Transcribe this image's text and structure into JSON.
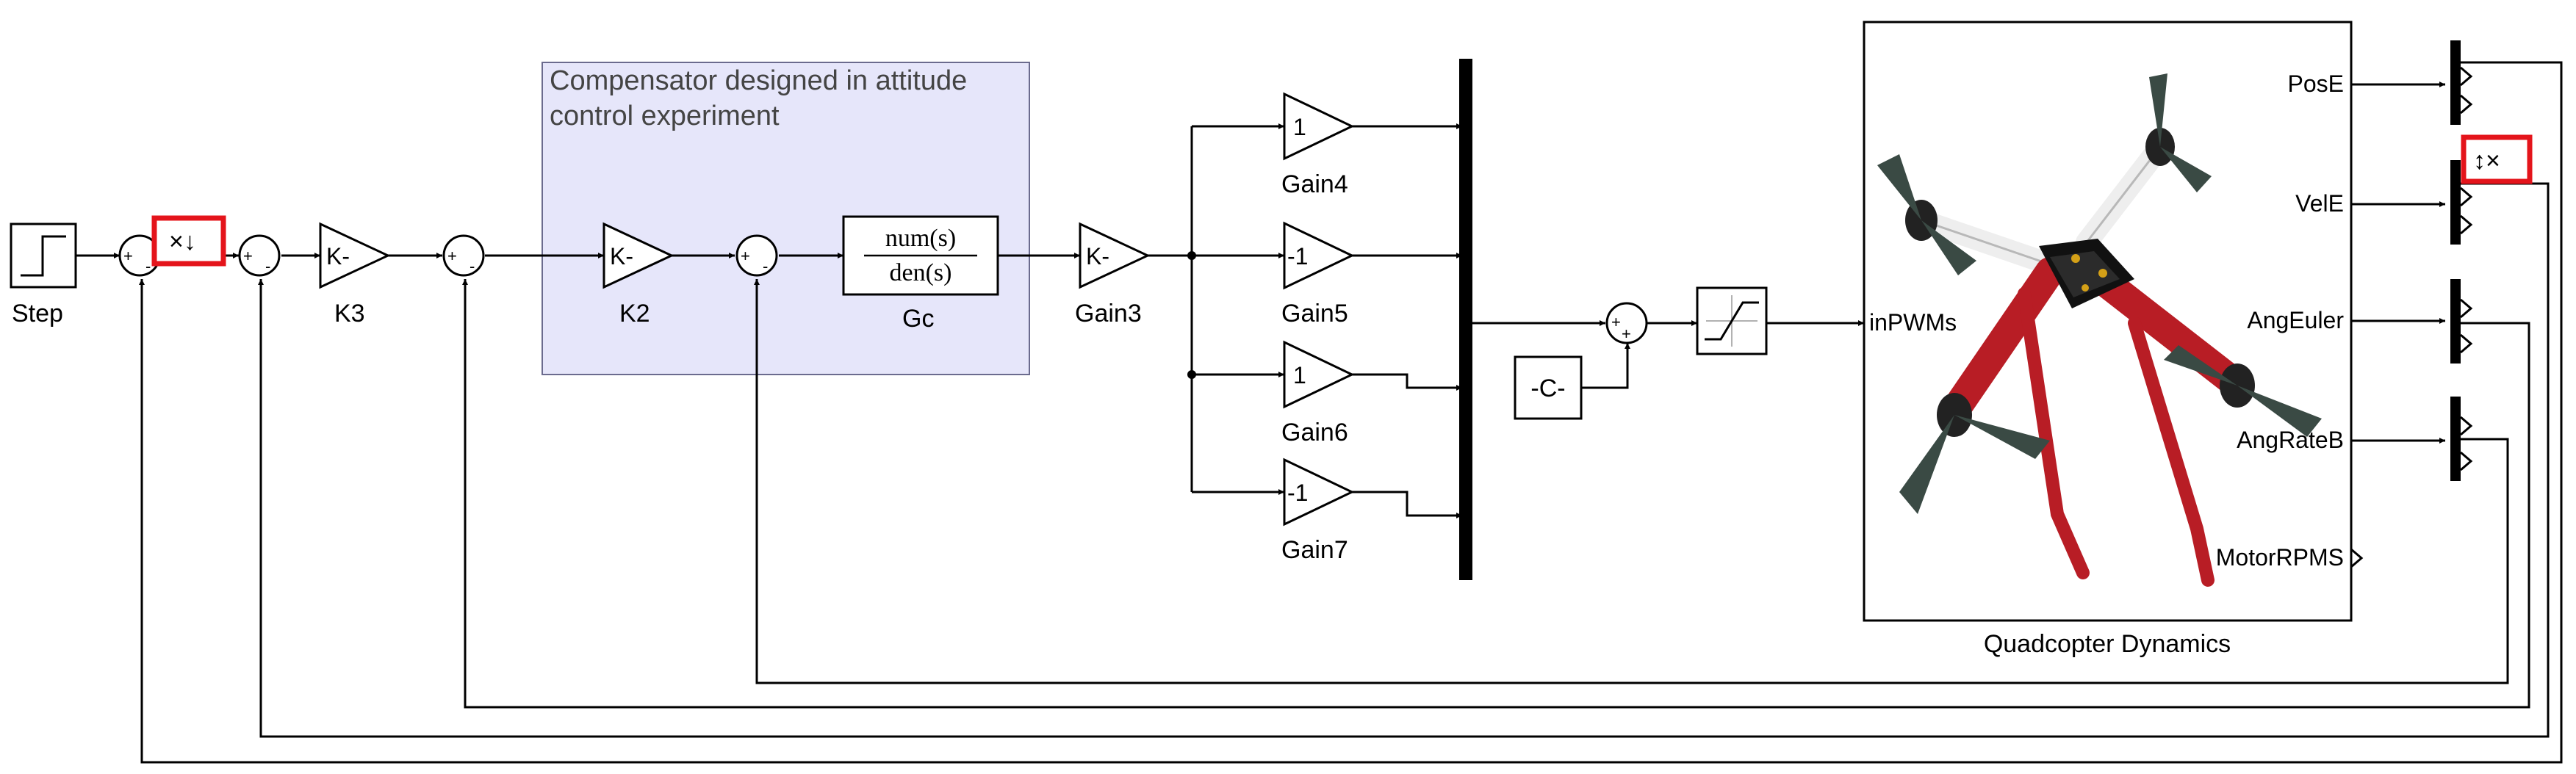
{
  "colors": {
    "area_fill": "#e6e6fa",
    "area_stroke": "#6b6b8e",
    "highlight_red": "#e4141b",
    "drone_red": "#b81d25",
    "drone_dark": "#3a4a44",
    "drone_white": "#eeeeee"
  },
  "area": {
    "text_line1": "Compensator designed in attitude",
    "text_line2": "control experiment"
  },
  "blocks": {
    "step": "Step",
    "k3": "K3",
    "k3_value": "K-",
    "k2": "K2",
    "k2_value": "K-",
    "gc": "Gc",
    "gc_num": "num(s)",
    "gc_den": "den(s)",
    "gain3": "Gain3",
    "gain3_value": "K-",
    "gain4": "Gain4",
    "gain4_value": "1",
    "gain5": "Gain5",
    "gain5_value": "-1",
    "gain6": "Gain6",
    "gain6_value": "1",
    "gain7": "Gain7",
    "gain7_value": "-1",
    "constant_value": "-C-",
    "quad": "Quadcopter Dynamics",
    "quad_in": "inPWMs",
    "quad_out": [
      "PosE",
      "VelE",
      "AngEuler",
      "AngRateB",
      "MotorRPMS"
    ]
  },
  "signs": {
    "plus": "+",
    "minus": "-"
  },
  "markers": {
    "sel1": "×↓",
    "sel2": "↕×"
  }
}
